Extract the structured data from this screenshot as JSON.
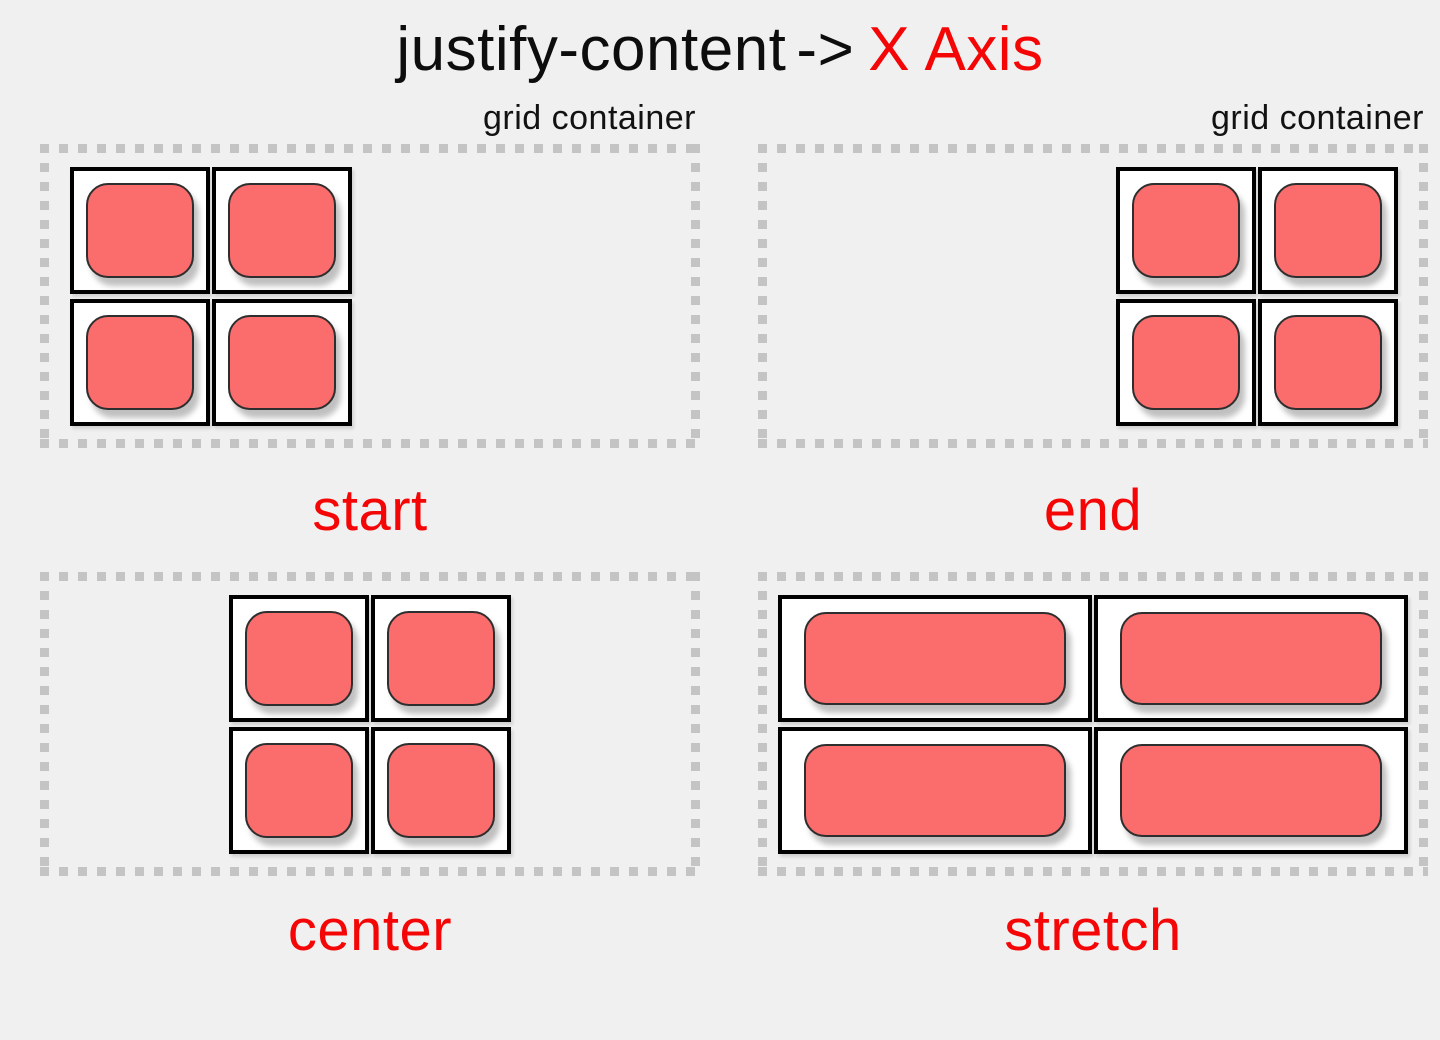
{
  "title": {
    "property": "justify-content",
    "arrow": "->",
    "axis": "X Axis"
  },
  "colors": {
    "background": "#f0f0f0",
    "dash": "#c4c4c4",
    "cell_fill": "#ffffff",
    "cell_border": "#000000",
    "item_fill": "#fb6d6d",
    "item_border": "#2e2e2e",
    "accent_red": "#f40606",
    "title_black": "#0d0d0d"
  },
  "panels": [
    {
      "key": "start",
      "container_label": "grid container",
      "label": "start",
      "justify_content": "start",
      "item_count": 4
    },
    {
      "key": "end",
      "container_label": "grid container",
      "label": "end",
      "justify_content": "end",
      "item_count": 4
    },
    {
      "key": "center",
      "label": "center",
      "justify_content": "center",
      "item_count": 4
    },
    {
      "key": "stretch",
      "label": "stretch",
      "justify_content": "stretch",
      "item_count": 4
    }
  ]
}
